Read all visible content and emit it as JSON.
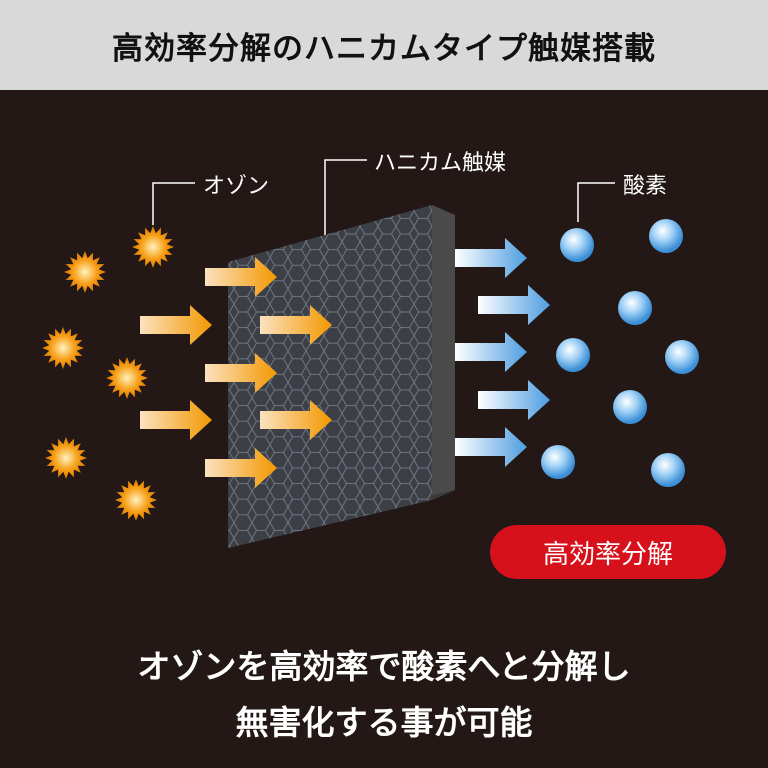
{
  "title": "高効率分解のハニカムタイプ触媒搭載",
  "labels": {
    "ozone": "オゾン",
    "catalyst": "ハニカム触媒",
    "oxygen": "酸素"
  },
  "badge": "高効率分解",
  "description": [
    "オゾンを高効率で酸素へと分解し",
    "無害化する事が可能"
  ],
  "colors": {
    "banner": "#d9d9d9",
    "background": "#231815",
    "ozone": "#f39800",
    "oxygen": "#5aa9e6",
    "badge": "#d7111b"
  }
}
